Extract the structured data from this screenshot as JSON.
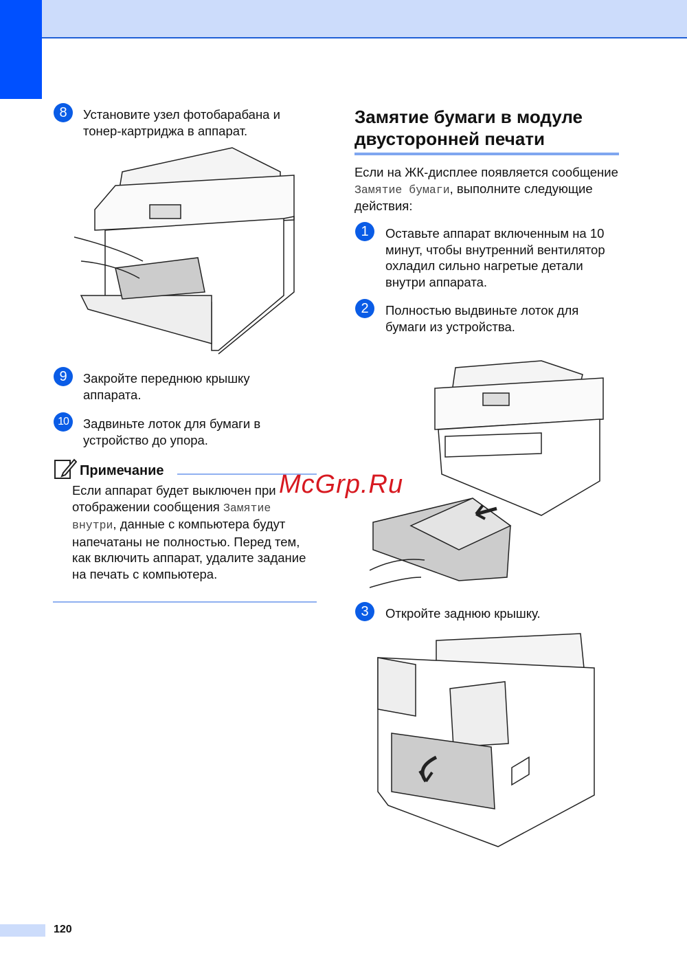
{
  "page_number": "120",
  "watermark": "McGrp.Ru",
  "left": {
    "steps": [
      {
        "num": "8",
        "text": "Установите узел фотобарабана и тонер-картриджа в аппарат."
      },
      {
        "num": "9",
        "text": "Закройте переднюю крышку аппарата."
      },
      {
        "num": "10",
        "text": "Задвиньте лоток для бумаги в устройство до упора."
      }
    ],
    "note": {
      "title": "Примечание",
      "text_1": "Если аппарат будет выключен при отображении сообщения",
      "mono": "Замятие внутри",
      "text_2": ", данные с компьютера будут напечатаны не полностью. Перед тем, как включить аппарат, удалите задание на печать с компьютера."
    }
  },
  "right": {
    "heading": "Замятие бумаги в модуле двусторонней печати",
    "intro_1": "Если на ЖК-дисплее появляется сообщение ",
    "intro_mono": "Замятие бумаги",
    "intro_2": ", выполните следующие действия:",
    "steps": [
      {
        "num": "1",
        "text": "Оставьте аппарат включенным на 10 минут, чтобы внутренний вентилятор охладил сильно нагретые детали внутри аппарата."
      },
      {
        "num": "2",
        "text": "Полностью выдвиньте лоток для бумаги из устройства."
      },
      {
        "num": "3",
        "text": "Откройте заднюю крышку."
      }
    ]
  }
}
